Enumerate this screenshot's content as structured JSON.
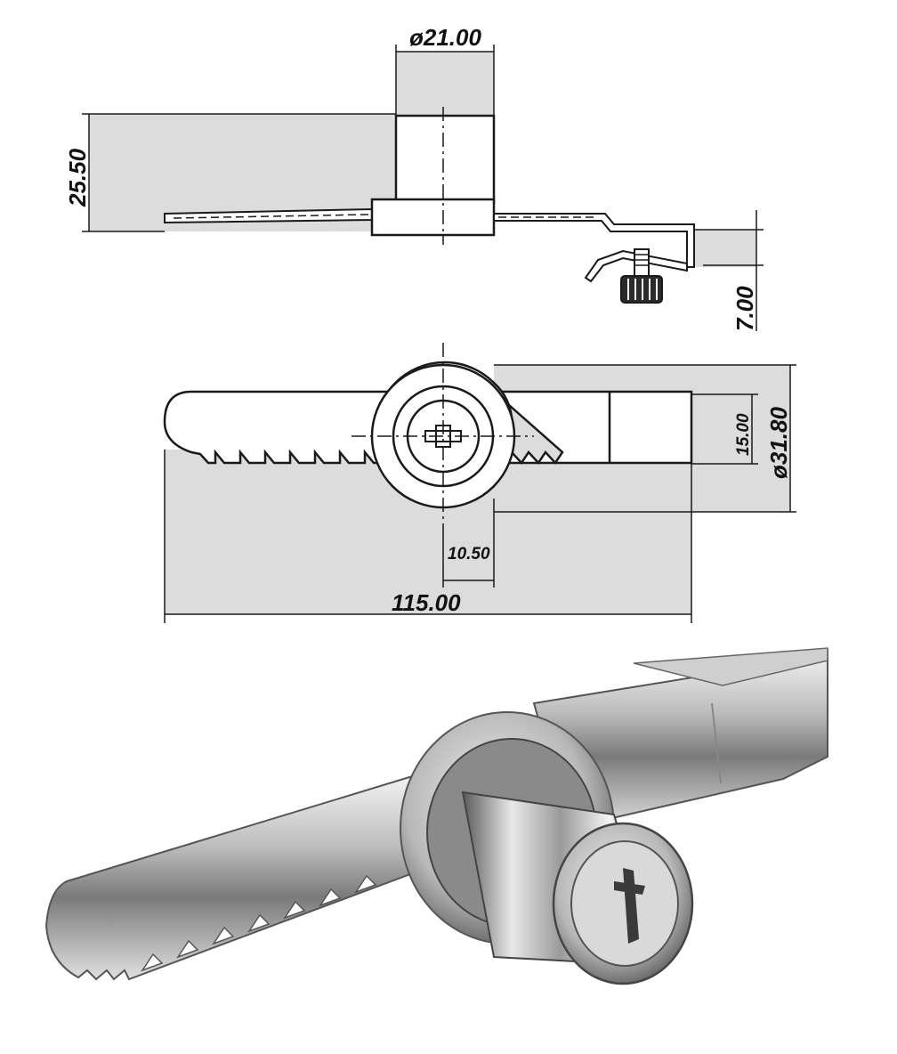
{
  "colors": {
    "line": "#1a1a1a",
    "shade": "#dcdcdc",
    "paper": "#ffffff",
    "chrome_dark": "#5f5f5f",
    "chrome_mid": "#b4b4b4",
    "chrome_light": "#f2f2f2"
  },
  "dimensions": {
    "diameter_top": "ø21.00",
    "height_side": "25.50",
    "offset_right": "7.00",
    "slot_height": "15.00",
    "diameter_front": "ø31.80",
    "center_offset": "10.50",
    "overall_length": "115.00"
  },
  "views": {
    "top": "side-elevation",
    "middle": "front-elevation",
    "bottom": "product-photo"
  }
}
